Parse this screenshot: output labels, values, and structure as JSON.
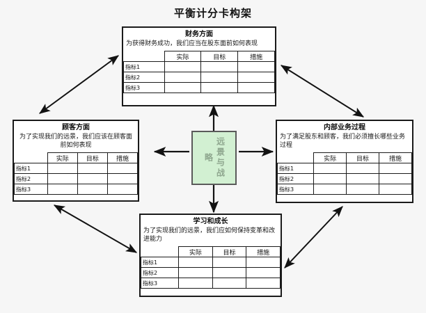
{
  "title": "平衡计分卡构架",
  "colors": {
    "background": "#f6f6f6",
    "box_border": "#1a1a1a",
    "box_fill": "#ffffff",
    "center_fill": "#d2f0d2",
    "center_border": "#5a5a5a",
    "center_text": "#8fa78f",
    "arrow": "#121212"
  },
  "center": {
    "label": "远景与战略"
  },
  "table_headers": [
    "",
    "实际",
    "目标",
    "措施"
  ],
  "row_labels": [
    "指标1",
    "指标2",
    "指标3"
  ],
  "perspectives": {
    "financial": {
      "title": "财务方面",
      "description": "为获得财务成功，我们应当在股东面前如何表现"
    },
    "customer": {
      "title": "顾客方面",
      "description": "为了实现我们的远景，我们应该在顾客面前如何表现"
    },
    "internal": {
      "title": "内部业务过程",
      "description": "为了满足股东和顾客，我们必须擅长哪些业务过程"
    },
    "learning": {
      "title": "学习和成长",
      "description": "为了实现我们的远景，我们应如何保持变革和改进能力"
    }
  }
}
